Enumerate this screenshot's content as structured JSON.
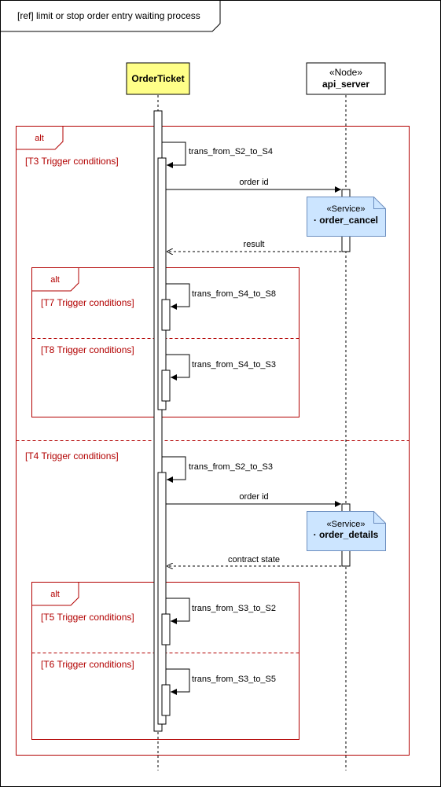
{
  "ref_title": "[ref] limit or stop order entry waiting process",
  "participants": {
    "order_ticket": {
      "name": "OrderTicket"
    },
    "api_server": {
      "stereotype": "«Node»",
      "name": "api_server"
    }
  },
  "alt_keyword": "alt",
  "outer_alt": {
    "t3_condition": "[T3 Trigger conditions]",
    "t4_condition": "[T4 Trigger conditions]"
  },
  "t3_section": {
    "self_call": "trans_from_S2_to_S4",
    "request": "order id",
    "service_stereotype": "«Service»",
    "service_name": "· order_cancel",
    "response": "result",
    "inner_alt": {
      "cond_a": "[T7 Trigger conditions]",
      "call_a": "trans_from_S4_to_S8",
      "cond_b": "[T8 Trigger conditions]",
      "call_b": "trans_from_S4_to_S3"
    }
  },
  "t4_section": {
    "self_call": "trans_from_S2_to_S3",
    "request": "order id",
    "service_stereotype": "«Service»",
    "service_name": "· order_details",
    "response": "contract state",
    "inner_alt": {
      "cond_a": "[T5 Trigger conditions]",
      "call_a": "trans_from_S3_to_S2",
      "cond_b": "[T6 Trigger conditions]",
      "call_b": "trans_from_S3_to_S5"
    }
  },
  "colors": {
    "frame": "#b20000",
    "participant_fill": "#ffff88",
    "service_fill": "#cce5ff",
    "service_stroke": "#6c8ebf"
  }
}
